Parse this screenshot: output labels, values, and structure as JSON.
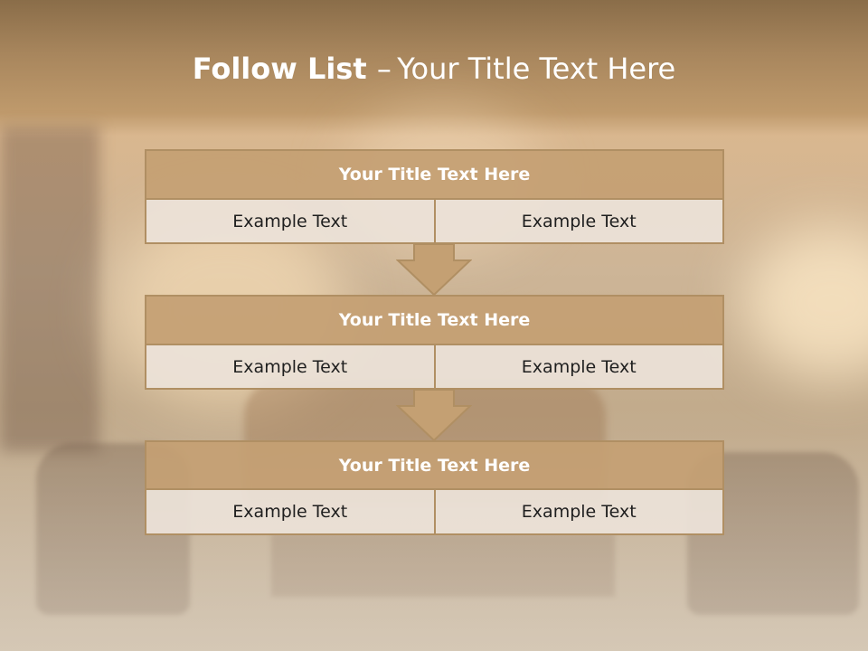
{
  "slide": {
    "title_bold": "Follow List",
    "title_rest": "Your Title Text Here",
    "title_separator": "–"
  },
  "blocks": [
    {
      "heading": "Your Title Text Here",
      "cells": [
        "Example Text",
        "Example Text"
      ]
    },
    {
      "heading": "Your Title Text Here",
      "cells": [
        "Example Text",
        "Example Text"
      ]
    },
    {
      "heading": "Your Title Text Here",
      "cells": [
        "Example Text",
        "Example Text"
      ]
    }
  ],
  "colors": {
    "header_fill": "#c4a073",
    "border": "#b08f63",
    "cell_fill": "#ece2d8",
    "title_text": "#ffffff"
  },
  "icons": [
    "down-arrow-icon",
    "down-arrow-icon"
  ]
}
